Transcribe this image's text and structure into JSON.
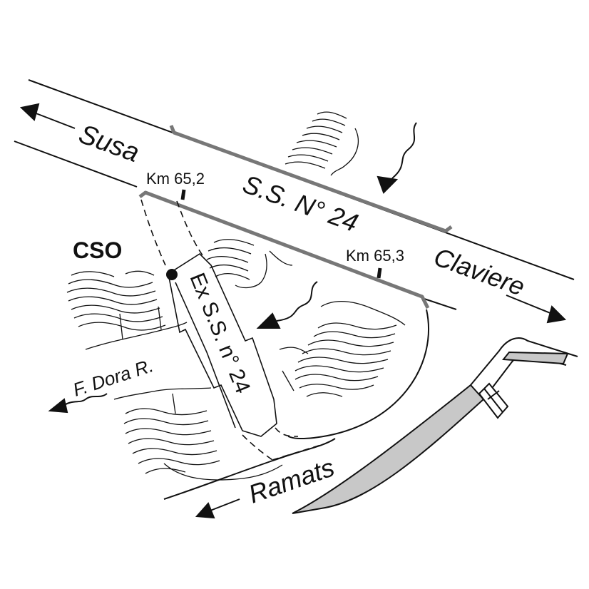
{
  "labels": {
    "susa": "Susa",
    "ss24": "S.S. N° 24",
    "km652": "Km 65,2",
    "km653": "Km 65,3",
    "claviere": "Claviere",
    "cso": "CSO",
    "ex_ss24": "Ex S.S. n° 24",
    "dora": "F. Dora R.",
    "ramats": "Ramats"
  },
  "colors": {
    "ink": "#111111",
    "barrier": "#777777",
    "rail_fill": "#c8c8c8"
  }
}
